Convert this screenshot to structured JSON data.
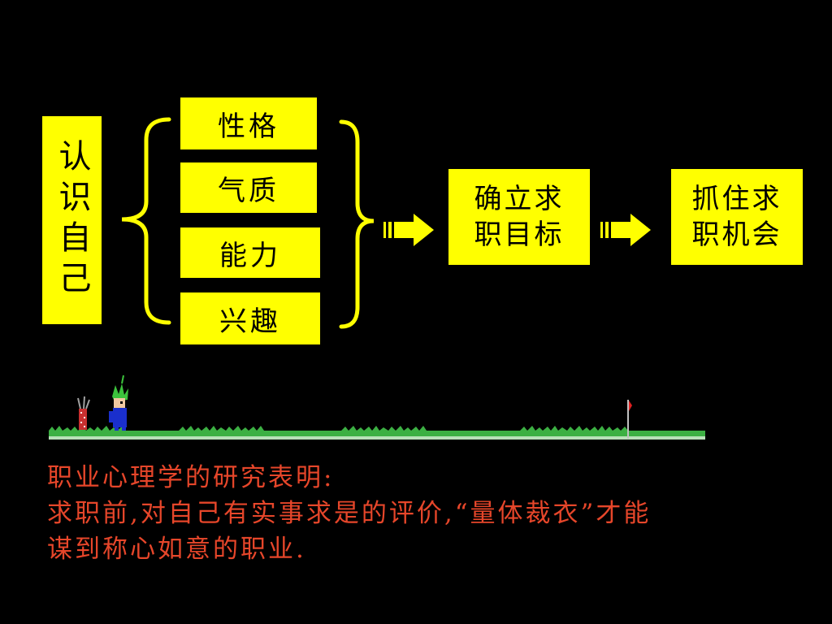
{
  "diagram": {
    "self_label": "认识自己",
    "traits": [
      "性格",
      "气质",
      "能力",
      "兴趣"
    ],
    "goal": "确立求\n职目标",
    "opportunity": "抓住求\n职机会"
  },
  "caption": {
    "lines": [
      "职业心理学的研究表明:",
      "求职前,对自己有实事求是的评价,“量体裁衣”才能",
      "谋到称心如意的职业."
    ]
  },
  "colors": {
    "background": "#000000",
    "box_fill": "#FFFF00",
    "caption_text": "#E6462A",
    "grass": "#3CB043"
  }
}
